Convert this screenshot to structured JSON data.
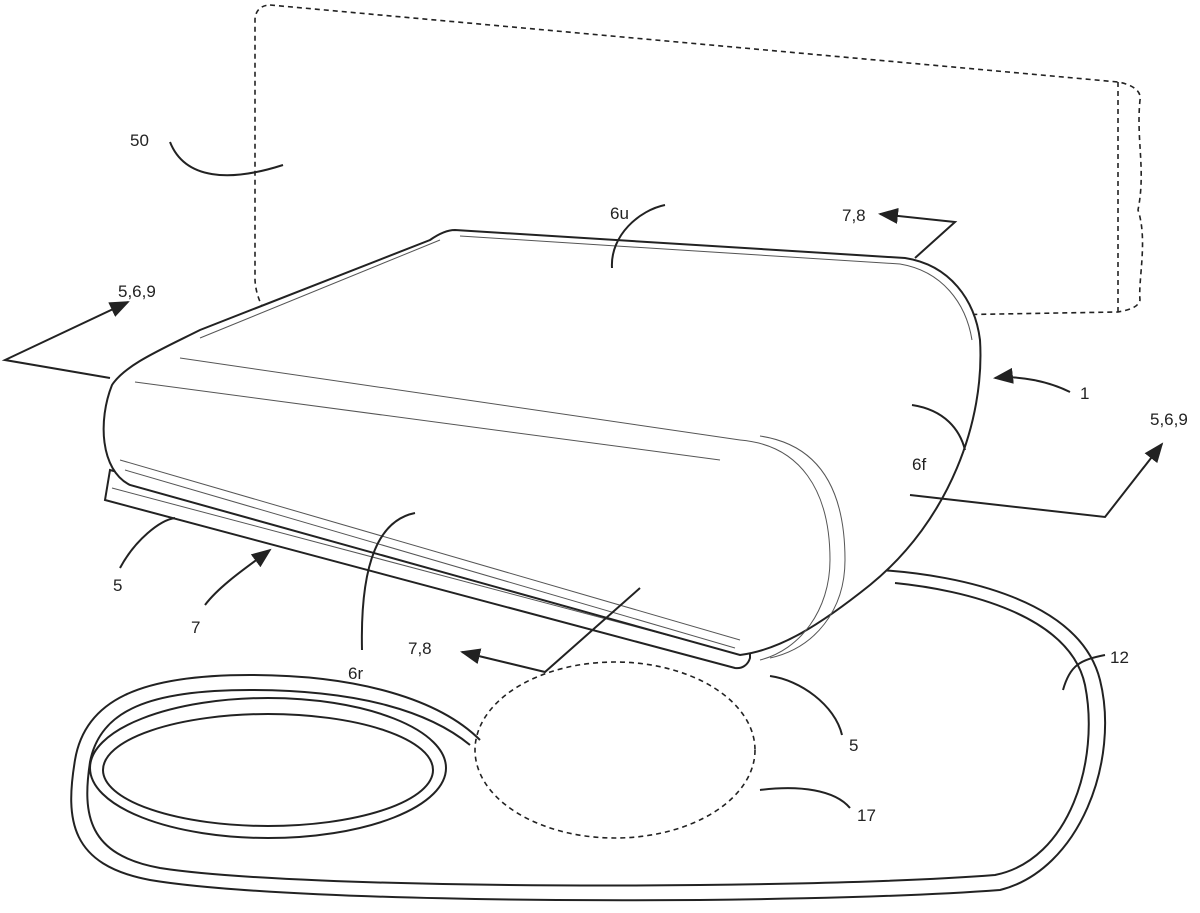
{
  "labels": {
    "pillow_ghost": "50",
    "upper_surface": "6u",
    "section_top": "7,8",
    "section_left": "5,6,9",
    "device": "1",
    "front_surface": "6f",
    "section_right": "5,6,9",
    "base_left": "5",
    "bottom": "7",
    "rear_surface": "6r",
    "section_bottom": "7,8",
    "base_right": "5",
    "cord": "12",
    "region": "17"
  }
}
